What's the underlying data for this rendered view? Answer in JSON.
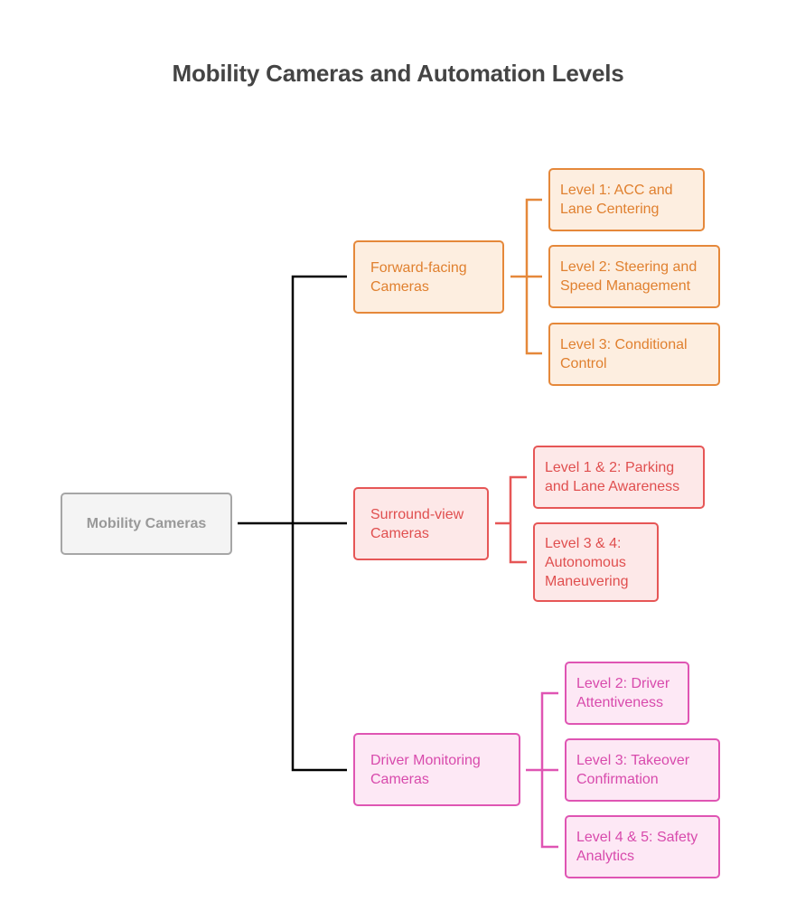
{
  "title": "Mobility Cameras and Automation Levels",
  "root": {
    "label": "Mobility Cameras"
  },
  "colors": {
    "root_border": "#a6a6a6",
    "connector_main": "#000000",
    "orange": "#e5883a",
    "red": "#e65656",
    "pink": "#df55b3"
  },
  "categories": [
    {
      "label": "Forward-facing Cameras",
      "lines": [
        "Forward-facing",
        "Cameras"
      ],
      "levels": [
        {
          "lines": [
            "Level 1: ACC and",
            "Lane Centering"
          ]
        },
        {
          "lines": [
            "Level 2: Steering and",
            "Speed Management"
          ]
        },
        {
          "lines": [
            "Level 3: Conditional",
            "Control"
          ]
        }
      ]
    },
    {
      "label": "Surround-view Cameras",
      "lines": [
        "Surround-view",
        "Cameras"
      ],
      "levels": [
        {
          "lines": [
            "Level 1 & 2: Parking",
            "and Lane Awareness"
          ]
        },
        {
          "lines": [
            "Level 3 & 4:",
            "Autonomous",
            "Maneuvering"
          ]
        }
      ]
    },
    {
      "label": "Driver Monitoring Cameras",
      "lines": [
        "Driver Monitoring",
        "Cameras"
      ],
      "levels": [
        {
          "lines": [
            "Level 2: Driver",
            "Attentiveness"
          ]
        },
        {
          "lines": [
            "Level 3: Takeover",
            "Confirmation"
          ]
        },
        {
          "lines": [
            "Level 4 & 5: Safety",
            "Analytics"
          ]
        }
      ]
    }
  ]
}
